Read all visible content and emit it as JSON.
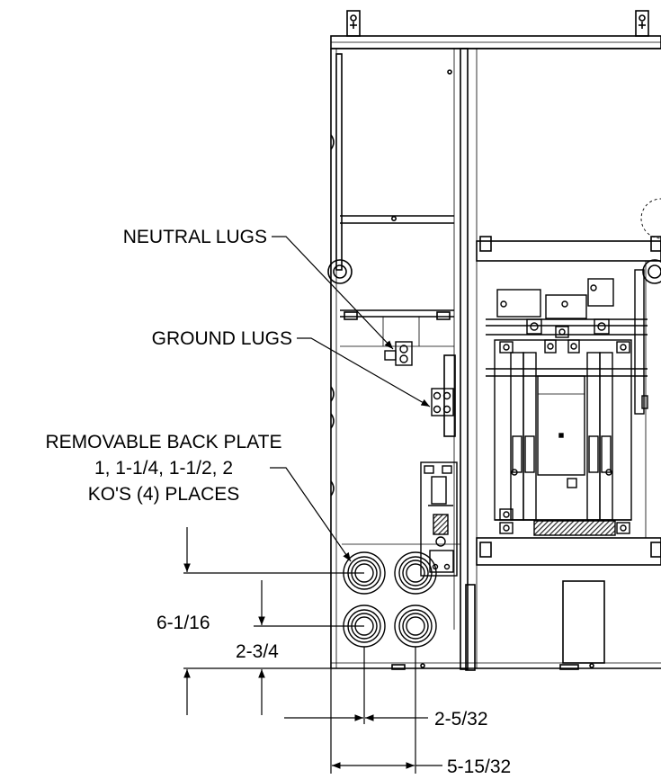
{
  "labels": {
    "neutral_lugs": "NEUTRAL LUGS",
    "ground_lugs": "GROUND LUGS",
    "back_plate_line1": "REMOVABLE BACK PLATE",
    "back_plate_line2": "1, 1-1/4, 1-1/2, 2",
    "back_plate_line3": "KO'S (4) PLACES"
  },
  "dimensions": {
    "vertical_upper": "6-1/16",
    "vertical_lower": "2-3/4",
    "horizontal_inner": "2-5/32",
    "horizontal_outer": "5-15/32"
  },
  "colors": {
    "line": "#000000",
    "background": "#ffffff",
    "hatch": "#333333"
  }
}
